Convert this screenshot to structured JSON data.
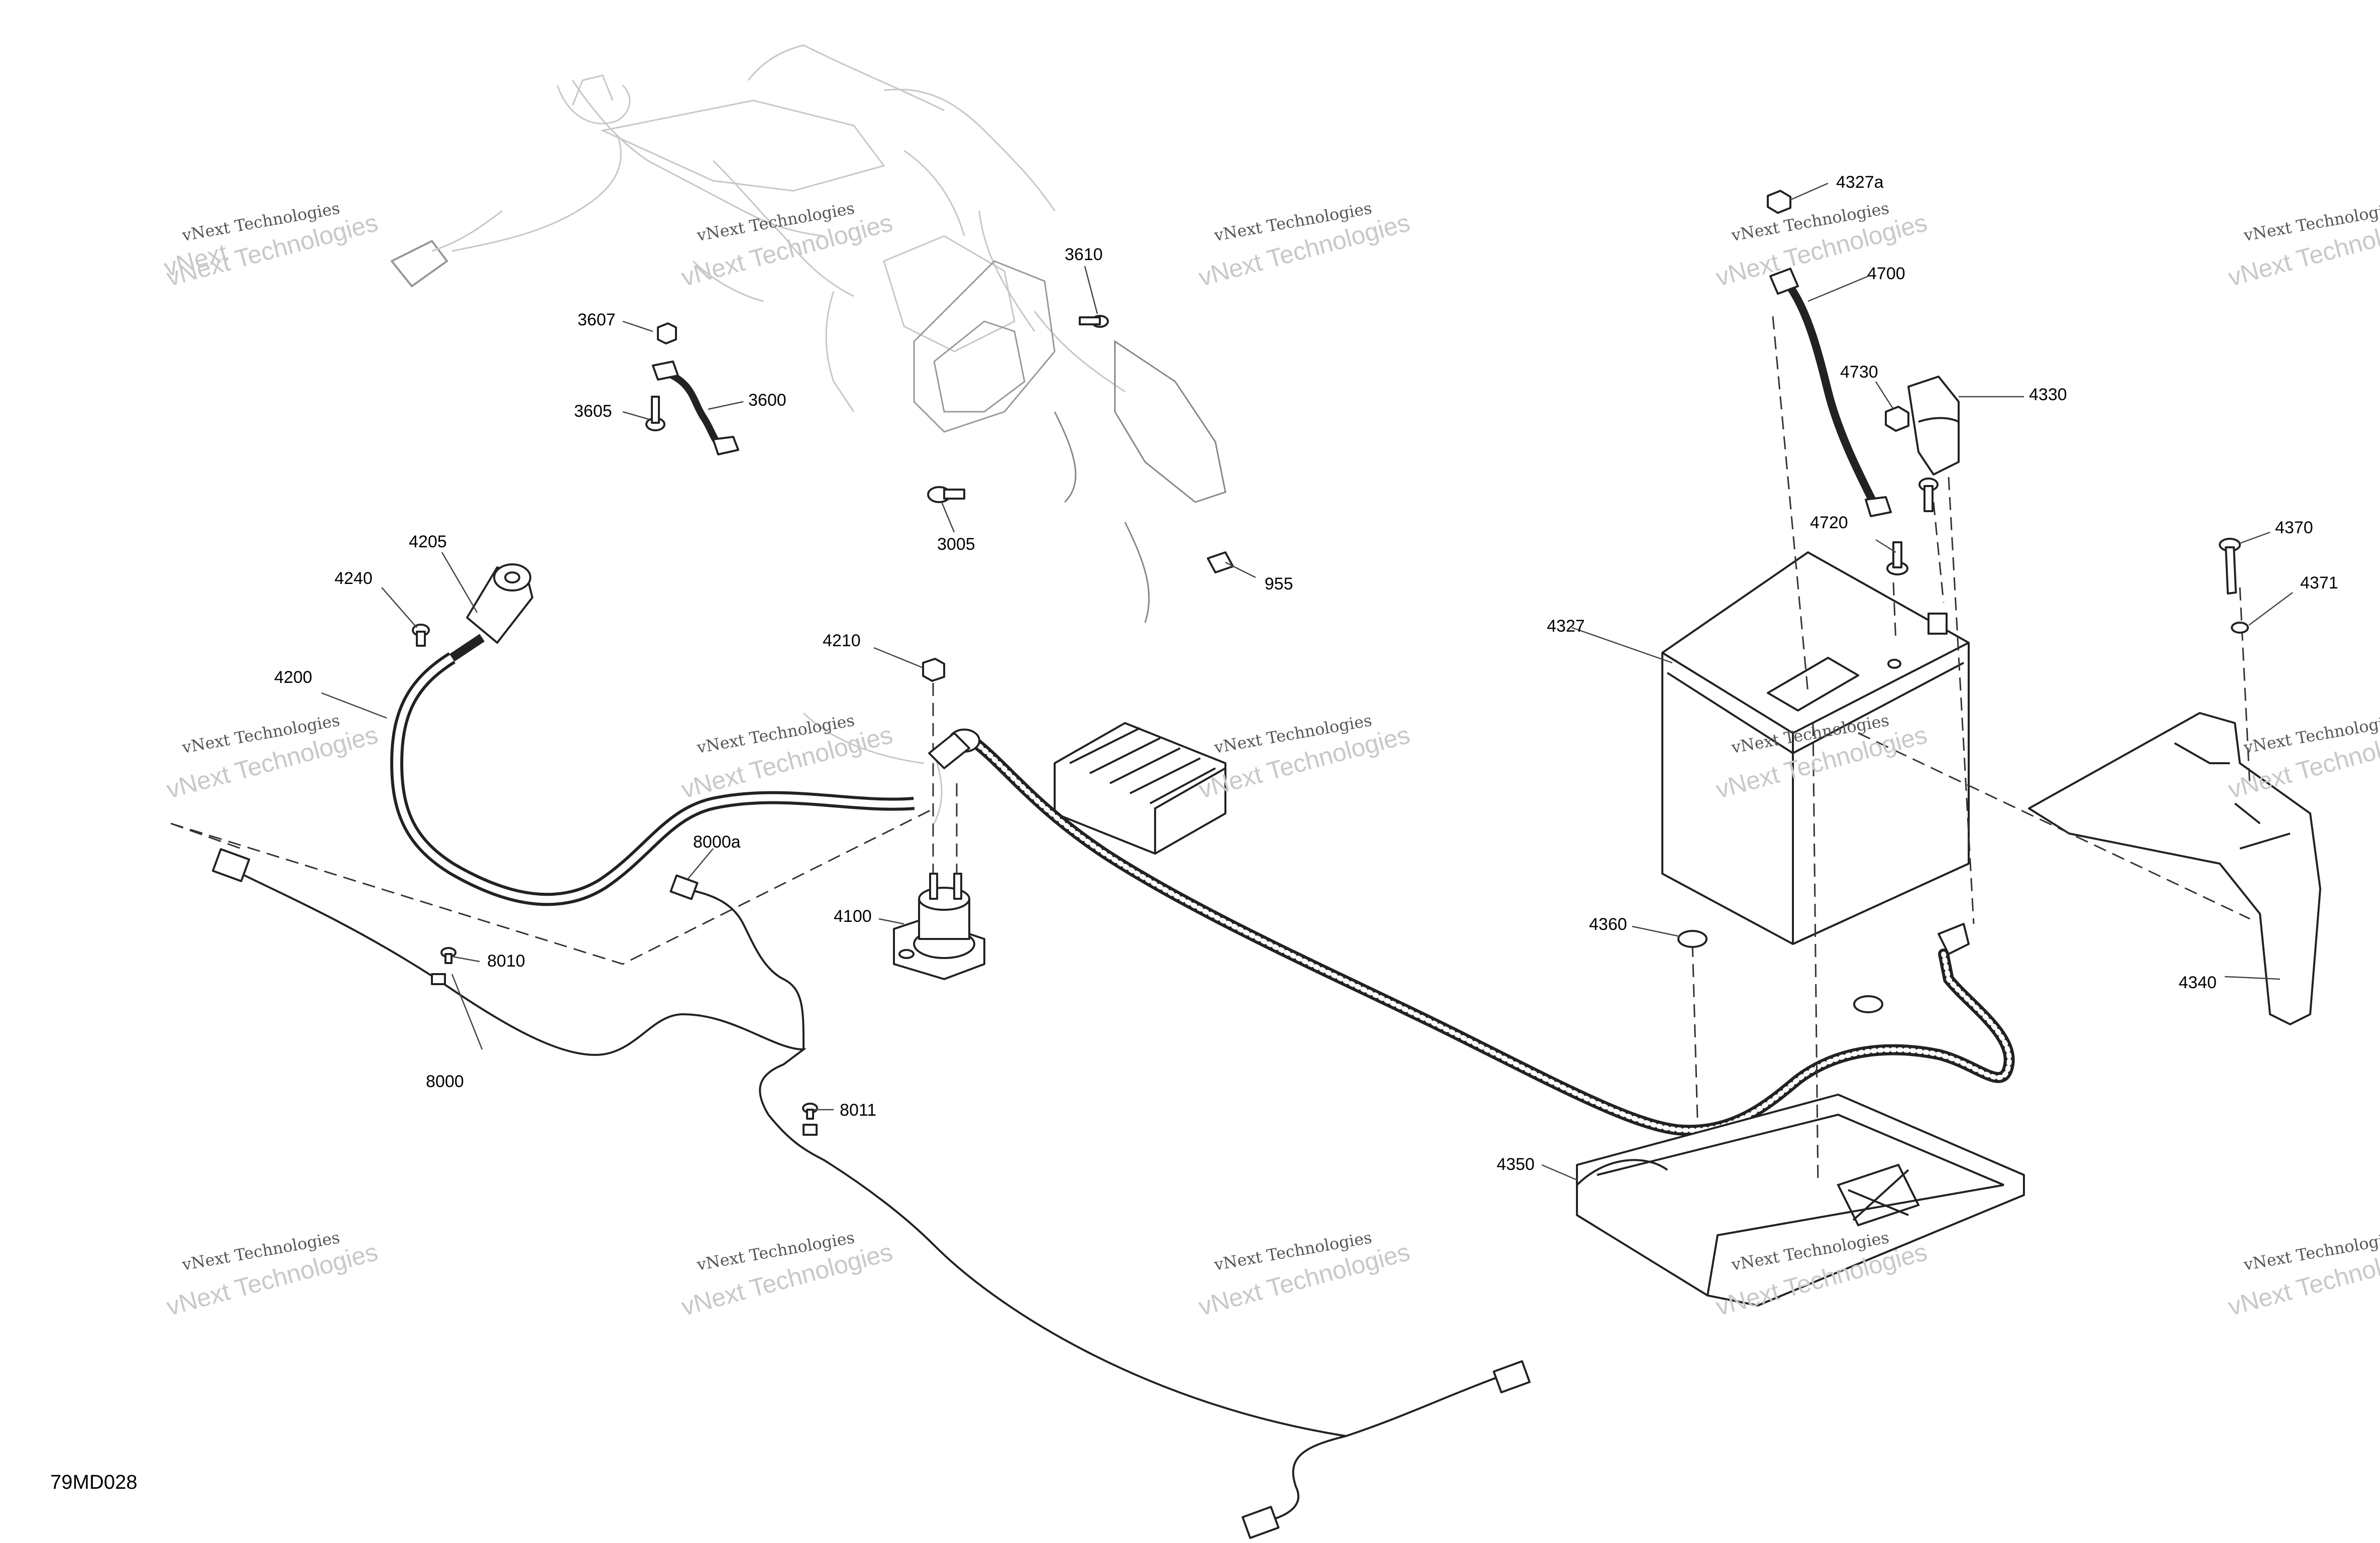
{
  "diagram": {
    "code": "79MD028",
    "watermark": {
      "line1": "vNext Technologies",
      "line2": "vNext Technologies"
    },
    "callouts": {
      "c3607": "3607",
      "c3605": "3605",
      "c3600": "3600",
      "c3610": "3610",
      "c3005": "3005",
      "c955": "955",
      "c4205": "4205",
      "c4240": "4240",
      "c4200": "4200",
      "c4210": "4210",
      "c4100": "4100",
      "c8000a": "8000a",
      "c8010": "8010",
      "c8000": "8000",
      "c8011": "8011",
      "c4327a": "4327a",
      "c4700": "4700",
      "c4730": "4730",
      "c4330": "4330",
      "c4720": "4720",
      "c4327": "4327",
      "c4370": "4370",
      "c4371": "4371",
      "c4360": "4360",
      "c4340": "4340",
      "c4350": "4350"
    }
  }
}
